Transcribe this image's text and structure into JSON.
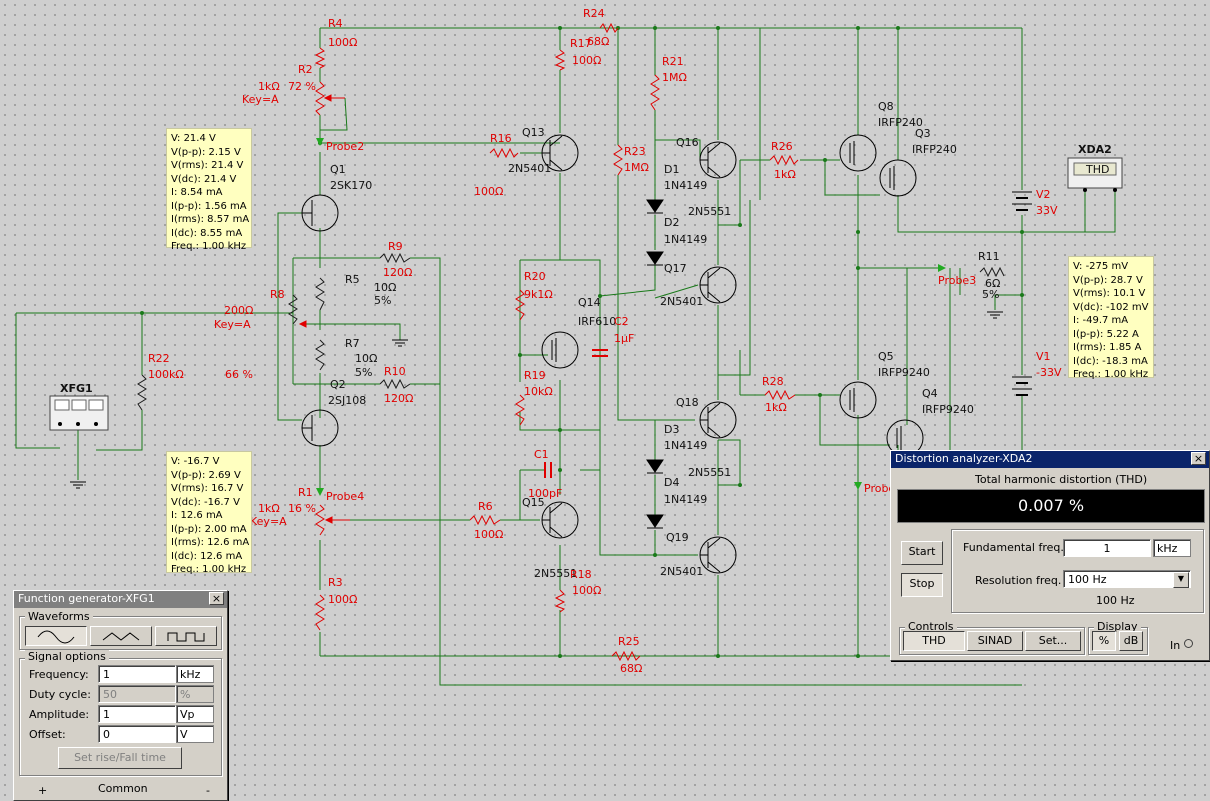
{
  "schematic": {
    "components": {
      "R4": {
        "ref": "R4",
        "value": "100Ω"
      },
      "R24": {
        "ref": "R24",
        "value": "68Ω"
      },
      "R17": {
        "ref": "R17",
        "value": "100Ω"
      },
      "R21": {
        "ref": "R21",
        "value": "1MΩ"
      },
      "R2": {
        "ref": "R2",
        "value": "1kΩ",
        "percent": "72 %",
        "key": "Key=A"
      },
      "R16": {
        "ref": "R16",
        "value": "100Ω"
      },
      "Q13": {
        "ref": "Q13",
        "model": "2N5401"
      },
      "Q16": {
        "ref": "Q16",
        "model": "2N5551"
      },
      "R23": {
        "ref": "R23",
        "value": "1MΩ"
      },
      "D1": {
        "ref": "D1",
        "model": "1N4149"
      },
      "D2": {
        "ref": "D2",
        "model": "1N4149"
      },
      "R26": {
        "ref": "R26",
        "value": "1kΩ"
      },
      "Q8": {
        "ref": "Q8",
        "model": "IRFP240"
      },
      "Q3": {
        "ref": "Q3",
        "model": "IRFP240"
      },
      "Q1": {
        "ref": "Q1",
        "model": "2SK170"
      },
      "R9": {
        "ref": "R9",
        "value": "120Ω"
      },
      "R5": {
        "ref": "R5",
        "value": "10Ω",
        "tol": "5%"
      },
      "R20": {
        "ref": "R20",
        "value": "9k1Ω"
      },
      "Q17": {
        "ref": "Q17",
        "model": "2N5401"
      },
      "Q14": {
        "ref": "Q14",
        "model": "IRF610"
      },
      "C2": {
        "ref": "C2",
        "value": "1µF"
      },
      "R8": {
        "ref": "R8",
        "value": "200Ω",
        "key": "Key=A",
        "percent": "66 %"
      },
      "R7": {
        "ref": "R7",
        "value": "10Ω",
        "tol": "5%"
      },
      "R22": {
        "ref": "R22",
        "value": "100kΩ"
      },
      "Q2": {
        "ref": "Q2",
        "model": "2SJ108"
      },
      "R10": {
        "ref": "R10",
        "value": "120Ω"
      },
      "R19": {
        "ref": "R19",
        "value": "10kΩ"
      },
      "R28": {
        "ref": "R28",
        "value": "1kΩ"
      },
      "Q18": {
        "ref": "Q18",
        "model": "2N5551"
      },
      "Q5": {
        "ref": "Q5",
        "model": "IRFP9240"
      },
      "Q4": {
        "ref": "Q4",
        "model": "IRFP9240"
      },
      "D3": {
        "ref": "D3",
        "model": "1N4149"
      },
      "D4": {
        "ref": "D4",
        "model": "1N4149"
      },
      "C1": {
        "ref": "C1",
        "value": "100pF"
      },
      "R1": {
        "ref": "R1",
        "value": "1kΩ",
        "percent": "16 %",
        "key": "Key=A"
      },
      "R6": {
        "ref": "R6",
        "value": "100Ω"
      },
      "Q15": {
        "ref": "Q15",
        "model": "2N5551"
      },
      "Q19": {
        "ref": "Q19",
        "model": "2N5401"
      },
      "R18": {
        "ref": "R18",
        "value": "100Ω"
      },
      "R3": {
        "ref": "R3",
        "value": "100Ω"
      },
      "R25": {
        "ref": "R25",
        "value": "68Ω"
      },
      "R11": {
        "ref": "R11",
        "value": "6Ω",
        "tol": "5%"
      },
      "V2": {
        "ref": "V2",
        "value": "33V"
      },
      "V1": {
        "ref": "V1",
        "value": "-33V"
      },
      "XFG1": {
        "ref": "XFG1"
      },
      "XDA2": {
        "ref": "XDA2",
        "screen": "THD"
      }
    },
    "probes": {
      "probe2": {
        "label": "Probe2",
        "lines": [
          "V: 21.4 V",
          "V(p-p): 2.15 V",
          "V(rms): 21.4 V",
          "V(dc): 21.4 V",
          "I: 8.54 mA",
          "I(p-p): 1.56 mA",
          "I(rms): 8.57 mA",
          "I(dc): 8.55 mA",
          "Freq.: 1.00 kHz"
        ]
      },
      "probe4": {
        "label": "Probe4",
        "lines": [
          "V: -16.7 V",
          "V(p-p): 2.69 V",
          "V(rms): 16.7 V",
          "V(dc): -16.7 V",
          "I: 12.6 mA",
          "I(p-p): 2.00 mA",
          "I(rms): 12.6 mA",
          "I(dc): 12.6 mA",
          "Freq.: 1.00 kHz"
        ]
      },
      "probe3": {
        "label": "Probe3",
        "lines": [
          "V: -275 mV",
          "V(p-p): 28.7 V",
          "V(rms): 10.1 V",
          "V(dc): -102 mV",
          "I: -49.7 mA",
          "I(p-p): 5.22 A",
          "I(rms): 1.85 A",
          "I(dc): -18.3 mA",
          "Freq.: 1.00 kHz"
        ]
      },
      "probe5": {
        "label": "Probe"
      }
    }
  },
  "function_generator": {
    "title": "Function generator-XFG1",
    "close": "×",
    "waveforms_label": "Waveforms",
    "signal_options_label": "Signal options",
    "frequency": {
      "label": "Frequency:",
      "value": "1",
      "unit": "kHz"
    },
    "duty_cycle": {
      "label": "Duty cycle:",
      "value": "50",
      "unit": "%"
    },
    "amplitude": {
      "label": "Amplitude:",
      "value": "1",
      "unit": "Vp"
    },
    "offset": {
      "label": "Offset:",
      "value": "0",
      "unit": "V"
    },
    "set_rise_fall": "Set rise/Fall time",
    "common_label": "Common",
    "plus": "+",
    "minus": "-"
  },
  "distortion_analyzer": {
    "title": "Distortion analyzer-XDA2",
    "close": "×",
    "heading": "Total harmonic distortion (THD)",
    "reading": "0.007 %",
    "start": "Start",
    "stop": "Stop",
    "fundamental": {
      "label": "Fundamental freq.",
      "value": "1",
      "unit": "kHz"
    },
    "resolution": {
      "label": "Resolution freq.",
      "value": "100 Hz",
      "readout": "100 Hz"
    },
    "controls_label": "Controls",
    "thd_btn": "THD",
    "sinad_btn": "SINAD",
    "set_btn": "Set...",
    "display_label": "Display",
    "percent_btn": "%",
    "db_btn": "dB",
    "in_label": "In"
  }
}
